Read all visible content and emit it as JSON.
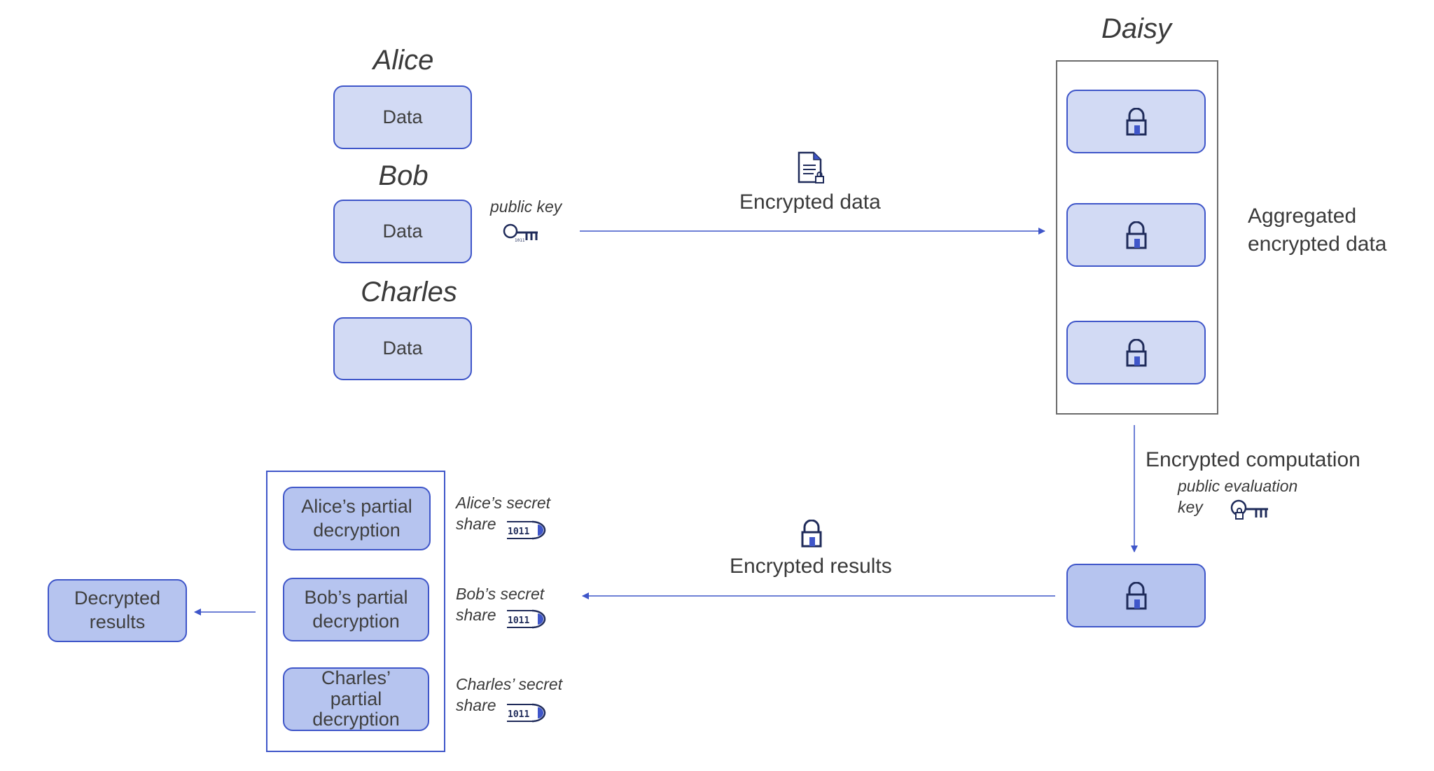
{
  "parties": {
    "alice": {
      "name": "Alice",
      "box": "Data"
    },
    "bob": {
      "name": "Bob",
      "box": "Data"
    },
    "charles": {
      "name": "Charles",
      "box": "Data"
    }
  },
  "server": {
    "name": "Daisy"
  },
  "labels": {
    "public_key": "public key",
    "encrypted_data": "Encrypted data",
    "aggregated_line1": "Aggregated",
    "aggregated_line2": "encrypted data",
    "encrypted_computation": "Encrypted computation",
    "public_eval_line1": "public evaluation",
    "public_eval_line2": "key",
    "encrypted_results": "Encrypted results"
  },
  "partials": [
    {
      "line1": "Alice’s partial",
      "line2": "decryption",
      "line3": ""
    },
    {
      "line1": "Bob’s partial",
      "line2": "decryption",
      "line3": ""
    },
    {
      "line1": "Charles’",
      "line2": "partial",
      "line3": "decryption"
    }
  ],
  "shares": [
    {
      "line1": "Alice’s secret",
      "line2": "share",
      "bits": "1011"
    },
    {
      "line1": "Bob’s secret",
      "line2": "share",
      "bits": "1011"
    },
    {
      "line1": "Charles’ secret",
      "line2": "share",
      "bits": "1011"
    }
  ],
  "decrypted": {
    "line1": "Decrypted",
    "line2": "results"
  },
  "icons": {
    "doc": "encrypted-document-icon",
    "lock": "padlock-icon",
    "public_key": "public-key-icon",
    "eval_key": "evaluation-key-icon",
    "secret_share": "secret-share-key-icon"
  },
  "colors": {
    "accent": "#3f56c9",
    "box_fill": "#d2daf4",
    "box_fill_dark": "#b6c4ef"
  }
}
